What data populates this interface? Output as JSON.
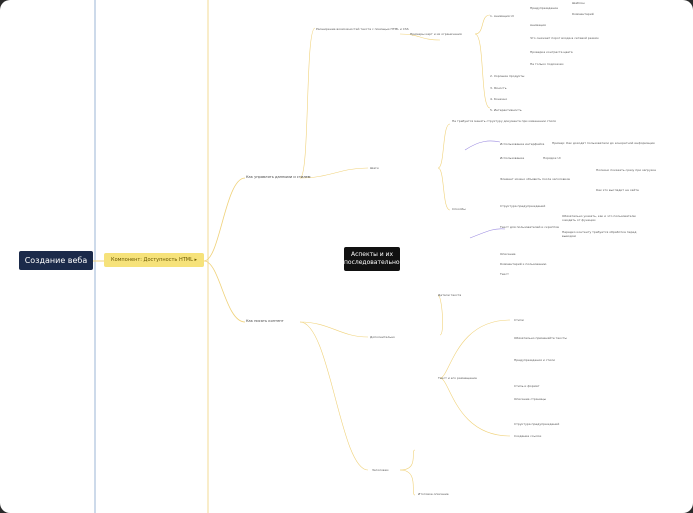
{
  "root": "Создание веба",
  "main": "Компонент: Доступность HTML ▸",
  "center": "Аспекты и их последовательность",
  "left_branches": [
    {
      "label": "Как управлять данными и стилем"
    },
    {
      "label": "Как писать контент"
    }
  ],
  "nodes": [
    {
      "text": "Расширение возможностей текста с помощью HTML и CSS"
    },
    {
      "text": "Примеры карт и их ограничения"
    },
    {
      "text": "1. Анимация UI"
    },
    {
      "text": "Предупреждение"
    },
    {
      "text": "Шаблон"
    },
    {
      "text": "Комментарий"
    },
    {
      "text": "Анимация"
    },
    {
      "text": "Что снижает порог входа в сетевой режим"
    },
    {
      "text": "Проверка контраста цвета"
    },
    {
      "text": "Не только подсказки"
    },
    {
      "text": "2. Хорошие продукты"
    },
    {
      "text": "3. Ясность"
    },
    {
      "text": "4. Конечно"
    },
    {
      "text": "5. Интерактивность"
    },
    {
      "text": "Шаги"
    },
    {
      "text": "Не требуется менять структуру документа при изменении стиля"
    },
    {
      "text": "Использование интерфейса"
    },
    {
      "text": "Пример: Как доходят пользователи до конкретной информации"
    },
    {
      "text": "Использование"
    },
    {
      "text": "Порядок UI"
    },
    {
      "text": "Способы"
    },
    {
      "text": "Элемент можно объявить после заголовков"
    },
    {
      "text": "Полезно показать сразу при загрузке"
    },
    {
      "text": "Как это выглядит на сайте"
    },
    {
      "text": "Структура предупреждений"
    },
    {
      "text": "Текст для пользователей и скриптов"
    },
    {
      "text": "Описание"
    },
    {
      "text": "Обязательно указать, как и что пользователю ожидать от функции"
    },
    {
      "text": "Нередко контенту требуется обработка перед выводом"
    },
    {
      "text": "Комментарий к пользованию"
    },
    {
      "text": "Текст"
    },
    {
      "text": "Детали текста"
    },
    {
      "text": "Дополнительно"
    },
    {
      "text": "Текст и его размещение"
    },
    {
      "text": "Стили"
    },
    {
      "text": "Обязательно применяйте тексты"
    },
    {
      "text": "Предупреждения и стили"
    },
    {
      "text": "Стиль и формат"
    },
    {
      "text": "Описание страницы"
    },
    {
      "text": "Структура предупреждений"
    },
    {
      "text": "Создание ссылок"
    },
    {
      "text": "Заголовки"
    },
    {
      "text": "Итоговое описание"
    }
  ]
}
